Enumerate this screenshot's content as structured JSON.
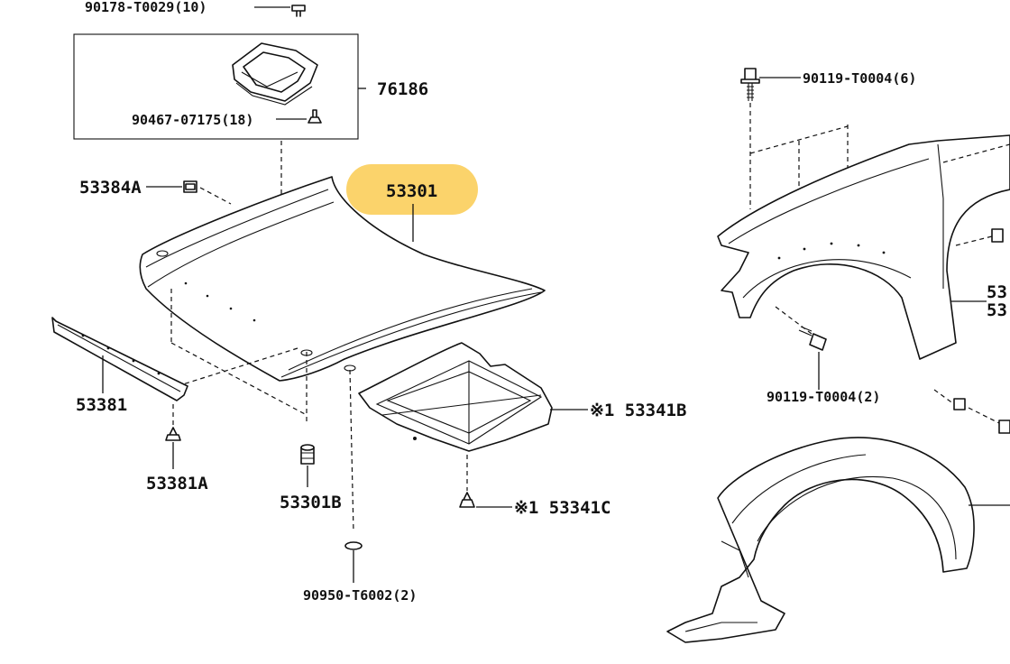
{
  "highlight_color": "#fbd36b",
  "labels": {
    "p90178": "90178-T0029(10)",
    "p76186": "76186",
    "p90467": "90467-07175(18)",
    "p53384A": "53384A",
    "p53301": "53301",
    "p53381": "53381",
    "p53381A": "53381A",
    "p53301B": "53301B",
    "p53341B": "※1 53341B",
    "p53341C": "※1 53341C",
    "p90950": "90950-T6002(2)",
    "p90119_top": "90119-T0004(6)",
    "p90119_bottom": "90119-T0004(2)",
    "p53_right_a": "53",
    "p53_right_b": "53"
  }
}
